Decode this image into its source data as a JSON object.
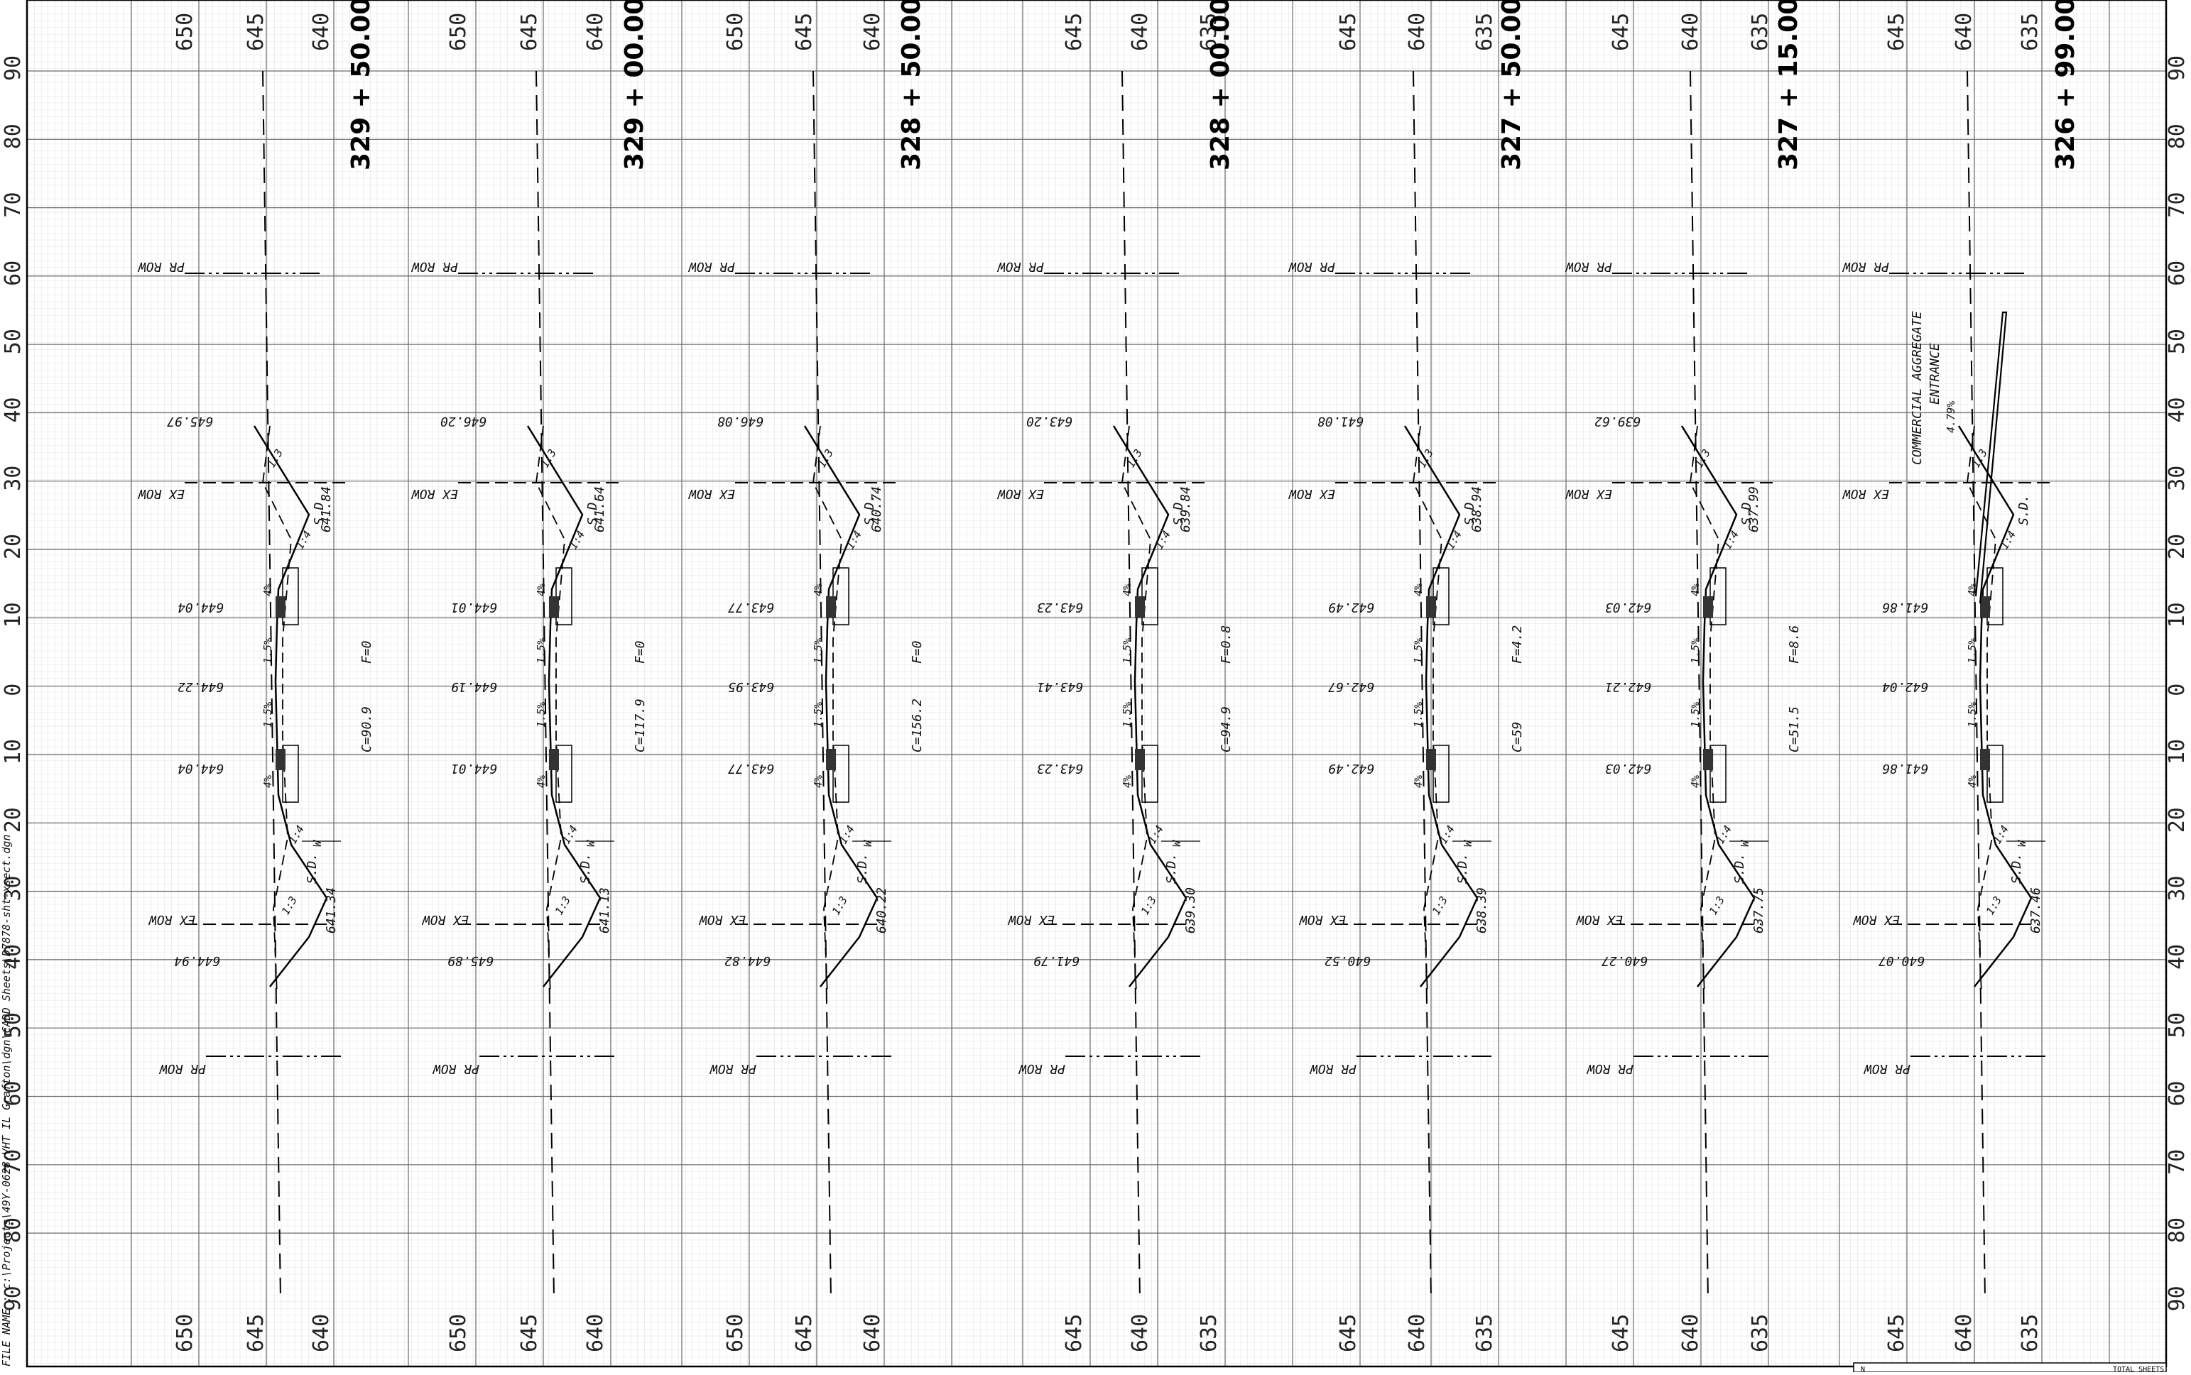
{
  "sheet": {
    "file_name_label": "FILE NAME : c:\\Projects\\49Y-0628-VHT IL Grafton\\dgn\\CADD Sheets\\D7878-sht-xsect.dgn",
    "corner_labels": [
      "N",
      "TOTAL SHEETS"
    ]
  },
  "axis": {
    "offset_ticks": [
      "90",
      "80",
      "70",
      "60",
      "50",
      "40",
      "30",
      "20",
      "10",
      "0",
      "10",
      "20",
      "30",
      "40",
      "50",
      "60",
      "70",
      "80",
      "90"
    ]
  },
  "sections": [
    {
      "station": "329 + 50.00",
      "elev_ticks": [
        "650",
        "645",
        "640"
      ],
      "pr_row": "PR ROW",
      "ex_row": "EX ROW",
      "labels": {
        "top_left": "645.97",
        "edge_top": "644.04",
        "cl": "644.22",
        "edge_bot": "644.04",
        "bot_left": "644.94",
        "ditch_top": "641.84",
        "ditch_bot": "641.34",
        "fill": "F=0",
        "cut": "C=90.9",
        "sd": "S.D.",
        "slope_1": "1:3",
        "slope_2": "1:4",
        "pct_1": "4%",
        "pct_2": "1.5%",
        "w": "W"
      }
    },
    {
      "station": "329 + 00.00",
      "elev_ticks": [
        "650",
        "645",
        "640"
      ],
      "pr_row": "PR ROW",
      "ex_row": "EX ROW",
      "labels": {
        "top_left": "646.20",
        "edge_top": "644.01",
        "cl": "644.19",
        "edge_bot": "644.01",
        "bot_left": "645.89",
        "ditch_top": "641.64",
        "ditch_bot": "641.13",
        "fill": "F=0",
        "cut": "C=117.9",
        "sd": "S.D.",
        "slope_1": "1:3",
        "slope_2": "1:4",
        "pct_1": "4%",
        "pct_2": "1.5%",
        "w": "W"
      }
    },
    {
      "station": "328 + 50.00",
      "elev_ticks": [
        "650",
        "645",
        "640"
      ],
      "pr_row": "PR ROW",
      "ex_row": "EX ROW",
      "labels": {
        "top_left": "646.08",
        "edge_top": "643.77",
        "cl": "643.95",
        "edge_bot": "643.77",
        "bot_left": "644.82",
        "ditch_top": "640.74",
        "ditch_bot": "640.22",
        "fill": "F=0",
        "cut": "C=156.2",
        "sd": "S.D.",
        "slope_1": "1:3",
        "slope_2": "1:4",
        "pct_1": "4%",
        "pct_2": "1.5%",
        "w": "W"
      }
    },
    {
      "station": "328 + 00.00",
      "elev_ticks": [
        "645",
        "640",
        "635"
      ],
      "pr_row": "PR ROW",
      "ex_row": "EX ROW",
      "labels": {
        "top_left": "643.20",
        "edge_top": "643.23",
        "cl": "643.41",
        "edge_bot": "643.23",
        "bot_left": "641.79",
        "ditch_top": "639.84",
        "ditch_bot": "639.30",
        "fill": "F=0.8",
        "cut": "C=94.9",
        "sd": "S.D.",
        "slope_1": "1:3",
        "slope_2": "1:4",
        "pct_1": "4%",
        "pct_2": "1.5%",
        "w": "W"
      }
    },
    {
      "station": "327 + 50.00",
      "elev_ticks": [
        "645",
        "640",
        "635"
      ],
      "pr_row": "PR ROW",
      "ex_row": "EX ROW",
      "labels": {
        "top_left": "641.08",
        "edge_top": "642.49",
        "cl": "642.67",
        "edge_bot": "642.49",
        "bot_left": "640.52",
        "ditch_top": "638.94",
        "ditch_bot": "638.39",
        "fill": "F=4.2",
        "cut": "C=59",
        "sd": "S.D.",
        "slope_1": "1:3",
        "slope_2": "1:4",
        "pct_1": "4%",
        "pct_2": "1.5%",
        "w": "W"
      }
    },
    {
      "station": "327 + 15.00",
      "elev_ticks": [
        "645",
        "640",
        "635"
      ],
      "pr_row": "PR ROW",
      "ex_row": "EX ROW",
      "labels": {
        "top_left": "639.62",
        "edge_top": "642.03",
        "cl": "642.21",
        "edge_bot": "642.03",
        "bot_left": "640.27",
        "ditch_top": "637.99",
        "ditch_bot": "637.75",
        "fill": "F=8.6",
        "cut": "C=51.5",
        "sd": "S.D.",
        "slope_1": "1:3",
        "slope_2": "1:4",
        "pct_1": "4%",
        "pct_2": "1.5%",
        "w": "W"
      }
    },
    {
      "station": "326 + 99.00",
      "elev_ticks": [
        "645",
        "640",
        "635"
      ],
      "pr_row": "PR ROW",
      "ex_row": "EX ROW",
      "labels": {
        "top_left": "",
        "edge_top": "641.86",
        "cl": "642.04",
        "edge_bot": "641.86",
        "bot_left": "640.07",
        "ditch_top": "",
        "ditch_bot": "637.46",
        "fill": "",
        "cut": "",
        "sd": "S.D.",
        "slope_1": "1:3",
        "slope_2": "1:4",
        "pct_1": "4%",
        "pct_2": "1.5%",
        "w": "W",
        "entrance_1": "COMMERCIAL AGGREGATE",
        "entrance_2": "ENTRANCE",
        "entrance_pct": "4.79%"
      }
    }
  ]
}
